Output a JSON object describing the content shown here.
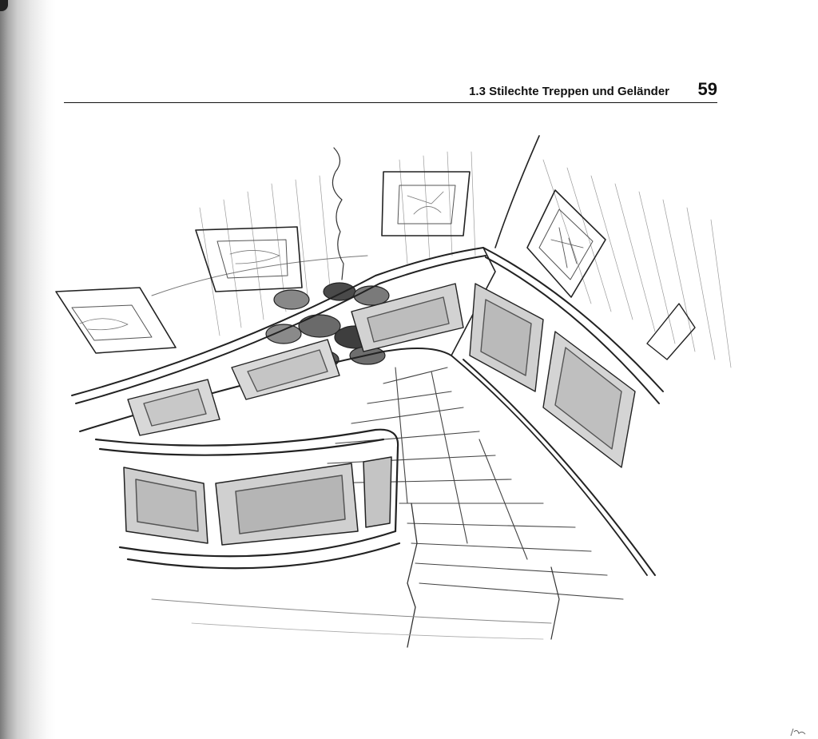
{
  "running_head": {
    "section_title": "1.3 Stilechte Treppen und Geländer",
    "page_number": "59"
  },
  "illustration": {
    "kind": "pencil-sketch",
    "subject": "curved-staircase-with-paneled-balustrade"
  },
  "colors": {
    "paper": "#ffffff",
    "ink": "#111111",
    "gutter_shadow": "#7a7a7a"
  }
}
